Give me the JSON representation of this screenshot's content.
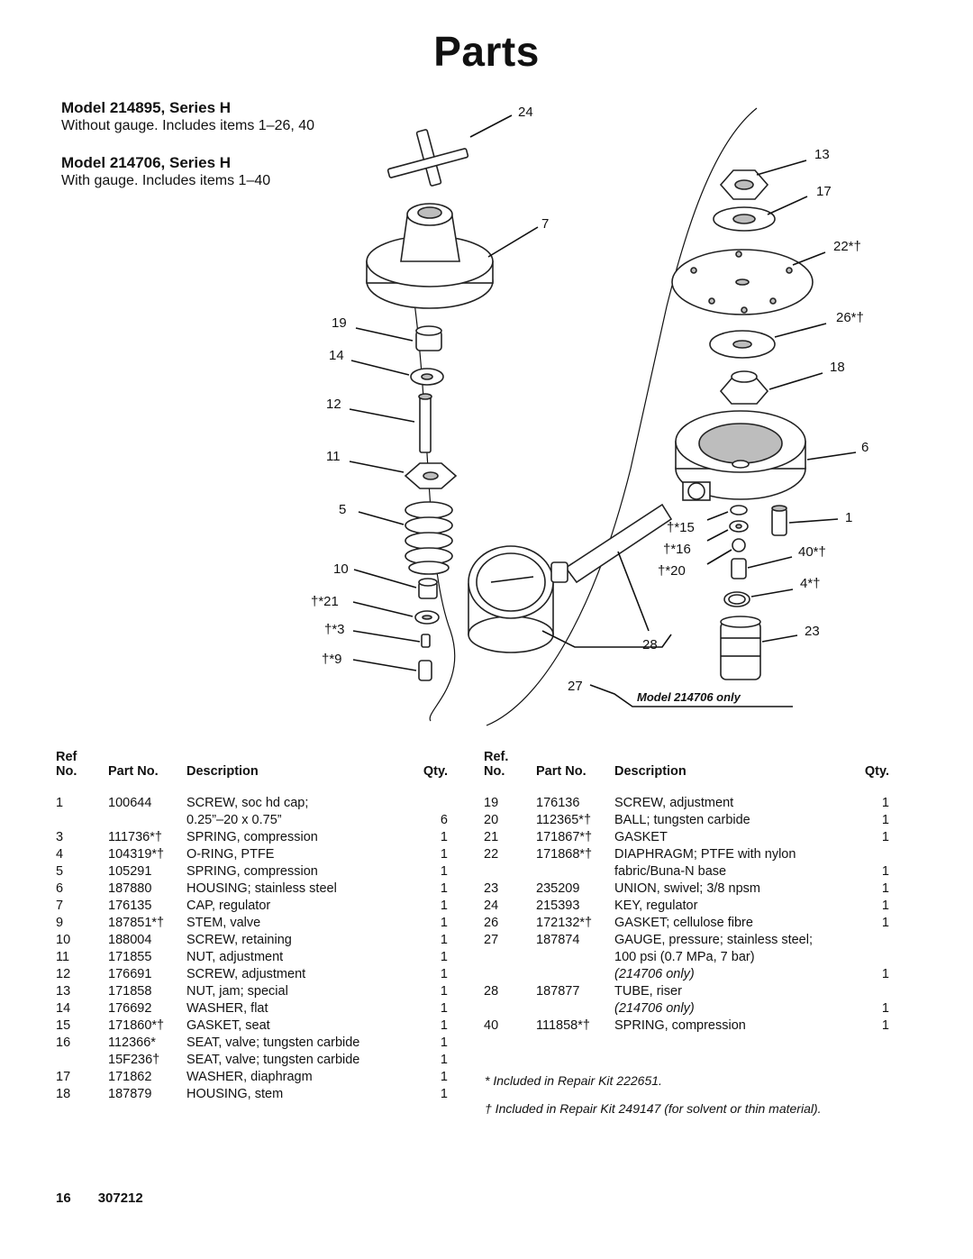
{
  "title": "Parts",
  "models": [
    {
      "heading": "Model 214895, Series H",
      "subtitle": "Without gauge. Includes items 1–26, 40"
    },
    {
      "heading": "Model 214706, Series H",
      "subtitle": "With gauge. Includes items 1–40"
    }
  ],
  "diagram": {
    "callouts": {
      "c24": "24",
      "c13": "13",
      "c17": "17",
      "c7": "7",
      "c22": "22*†",
      "c26": "26*†",
      "c19": "19",
      "c14": "14",
      "c18": "18",
      "c12": "12",
      "c11": "11",
      "c6": "6",
      "c5": "5",
      "c15": "†*15",
      "c1": "1",
      "c16": "†*16",
      "c40": "40*†",
      "c10": "10",
      "c20": "†*20",
      "c4": "4*†",
      "c21": "†*21",
      "c3": "†*3",
      "c23": "23",
      "c28": "28",
      "c9": "†*9",
      "c27": "27"
    },
    "model_only_label": "Model 214706 only"
  },
  "table_headers": {
    "left": {
      "ref": "Ref",
      "no": "No.",
      "part_no": "Part No.",
      "description": "Description",
      "qty": "Qty."
    },
    "right": {
      "ref": "Ref.",
      "no": "No.",
      "part_no": "Part No.",
      "description": "Description",
      "qty": "Qty."
    }
  },
  "left_rows": [
    {
      "no": "1",
      "part": "100644",
      "desc": "SCREW, soc hd cap;",
      "qty": ""
    },
    {
      "no": "",
      "part": "",
      "desc": "0.25”–20 x 0.75”",
      "qty": "6"
    },
    {
      "no": "3",
      "part": "111736*†",
      "desc": "SPRING, compression",
      "qty": "1"
    },
    {
      "no": "4",
      "part": "104319*†",
      "desc": "O-RING, PTFE",
      "qty": "1"
    },
    {
      "no": "5",
      "part": "105291",
      "desc": "SPRING, compression",
      "qty": "1"
    },
    {
      "no": "6",
      "part": "187880",
      "desc": "HOUSING; stainless steel",
      "qty": "1"
    },
    {
      "no": "7",
      "part": "176135",
      "desc": "CAP, regulator",
      "qty": "1"
    },
    {
      "no": "9",
      "part": "187851*†",
      "desc": "STEM, valve",
      "qty": "1"
    },
    {
      "no": "10",
      "part": "188004",
      "desc": "SCREW, retaining",
      "qty": "1"
    },
    {
      "no": "11",
      "part": "171855",
      "desc": "NUT, adjustment",
      "qty": "1"
    },
    {
      "no": "12",
      "part": "176691",
      "desc": "SCREW, adjustment",
      "qty": "1"
    },
    {
      "no": "13",
      "part": "171858",
      "desc": "NUT, jam; special",
      "qty": "1"
    },
    {
      "no": "14",
      "part": "176692",
      "desc": "WASHER, flat",
      "qty": "1"
    },
    {
      "no": "15",
      "part": "171860*†",
      "desc": "GASKET, seat",
      "qty": "1"
    },
    {
      "no": "16",
      "part": "112366*",
      "desc": "SEAT, valve; tungsten carbide",
      "qty": "1"
    },
    {
      "no": "",
      "part": "15F236†",
      "desc": "SEAT, valve; tungsten carbide",
      "qty": "1"
    },
    {
      "no": "17",
      "part": "171862",
      "desc": "WASHER, diaphragm",
      "qty": "1"
    },
    {
      "no": "18",
      "part": "187879",
      "desc": "HOUSING, stem",
      "qty": "1"
    }
  ],
  "right_rows": [
    {
      "no": "19",
      "part": "176136",
      "desc": "SCREW, adjustment",
      "qty": "1"
    },
    {
      "no": "20",
      "part": "112365*†",
      "desc": "BALL; tungsten carbide",
      "qty": "1"
    },
    {
      "no": "21",
      "part": "171867*†",
      "desc": "GASKET",
      "qty": "1"
    },
    {
      "no": "22",
      "part": "171868*†",
      "desc": "DIAPHRAGM; PTFE with nylon",
      "qty": ""
    },
    {
      "no": "",
      "part": "",
      "desc": "fabric/Buna-N base",
      "qty": "1"
    },
    {
      "no": "23",
      "part": "235209",
      "desc": "UNION, swivel; 3/8 npsm",
      "qty": "1"
    },
    {
      "no": "24",
      "part": "215393",
      "desc": "KEY, regulator",
      "qty": "1"
    },
    {
      "no": "26",
      "part": "172132*†",
      "desc": "GASKET; cellulose fibre",
      "qty": "1"
    },
    {
      "no": "27",
      "part": "187874",
      "desc": "GAUGE, pressure; stainless steel;",
      "qty": ""
    },
    {
      "no": "",
      "part": "",
      "desc": "100 psi (0.7 MPa, 7 bar)",
      "qty": ""
    },
    {
      "no": "",
      "part": "",
      "desc": "(214706 only)",
      "qty": "1",
      "italic": true
    },
    {
      "no": "28",
      "part": "187877",
      "desc": "TUBE, riser",
      "qty": ""
    },
    {
      "no": "",
      "part": "",
      "desc": "(214706 only)",
      "qty": "1",
      "italic": true
    },
    {
      "no": "40",
      "part": "111858*†",
      "desc": "SPRING, compression",
      "qty": "1"
    }
  ],
  "notes": {
    "star": "* Included in Repair Kit 222651.",
    "dagger": "† Included in Repair Kit 249147 (for solvent or thin material)."
  },
  "footer": {
    "page": "16",
    "doc": "307212"
  }
}
